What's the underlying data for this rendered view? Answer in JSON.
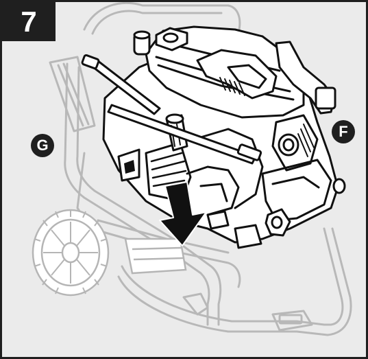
{
  "step": {
    "number": "7"
  },
  "callouts": [
    {
      "label": "G"
    },
    {
      "label": "F"
    }
  ],
  "colors": {
    "background": "#ebebeb",
    "frame": "#1f1f1f",
    "badge": "#1f1f1f",
    "badge_text": "#ffffff",
    "cart_stroke": "#b5b5b5",
    "body_fill": "#ffffff",
    "body_stroke": "#111111",
    "arrow": "#111111"
  },
  "icons": [
    "down-arrow-icon"
  ]
}
